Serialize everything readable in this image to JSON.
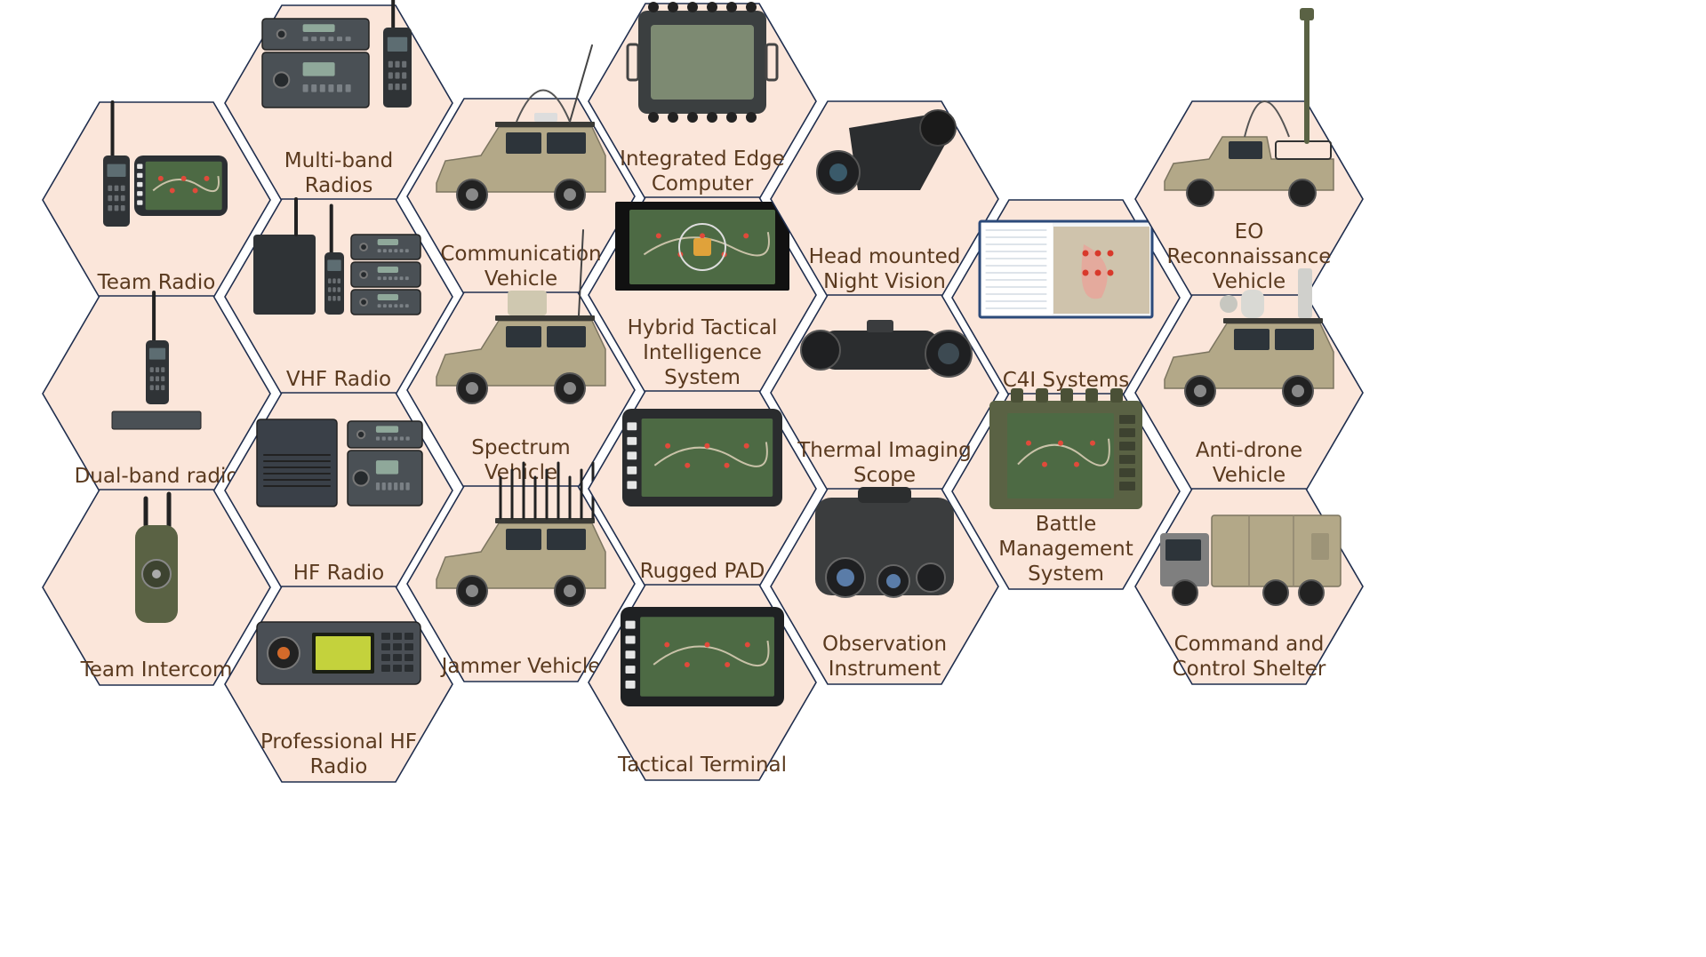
{
  "hexes": [
    {
      "id": "team-radio",
      "lines": [
        "Team Radio"
      ],
      "icon": "handheld-radio-and-tablet",
      "col": 0,
      "row": 0
    },
    {
      "id": "dual-band-radio",
      "lines": [
        "Dual-band radio"
      ],
      "icon": "handheld-radio-and-rack-unit",
      "col": 0,
      "row": 1
    },
    {
      "id": "team-intercom",
      "lines": [
        "Team Intercom"
      ],
      "icon": "rugged-intercom-handset",
      "col": 0,
      "row": 2
    },
    {
      "id": "multi-band-radios",
      "lines": [
        "Multi-band",
        "Radios"
      ],
      "icon": "radio-rack-and-handheld",
      "col": 1,
      "row": 0
    },
    {
      "id": "vhf-radio",
      "lines": [
        "VHF Radio"
      ],
      "icon": "vhf-radio-set",
      "col": 1,
      "row": 1
    },
    {
      "id": "hf-radio",
      "lines": [
        "HF Radio"
      ],
      "icon": "hf-radio-set",
      "col": 1,
      "row": 2
    },
    {
      "id": "professional-hf-radio",
      "lines": [
        "Professional HF",
        "Radio"
      ],
      "icon": "hf-transceiver-panel",
      "col": 1,
      "row": 3
    },
    {
      "id": "communication-vehicle",
      "lines": [
        "Communication",
        "Vehicle"
      ],
      "icon": "suv-with-antenna",
      "col": 2,
      "row": 0
    },
    {
      "id": "spectrum-vehicle",
      "lines": [
        "Spectrum",
        "Vehicle"
      ],
      "icon": "suv-with-radar",
      "col": 2,
      "row": 1
    },
    {
      "id": "jammer-vehicle",
      "lines": [
        "Jammer Vehicle"
      ],
      "icon": "suv-with-jammer-antennas",
      "col": 2,
      "row": 2
    },
    {
      "id": "integrated-edge-computer",
      "lines": [
        "Integrated Edge",
        "Computer"
      ],
      "icon": "edge-computer-unit",
      "col": 3,
      "row": 0
    },
    {
      "id": "hybrid-tactical-intelligence-system",
      "lines": [
        "Hybrid Tactical",
        "Intelligence",
        "System"
      ],
      "icon": "tactical-map-display",
      "col": 3,
      "row": 1
    },
    {
      "id": "rugged-pad",
      "lines": [
        "Rugged PAD"
      ],
      "icon": "rugged-tablet",
      "col": 3,
      "row": 2
    },
    {
      "id": "tactical-terminal",
      "lines": [
        "Tactical Terminal"
      ],
      "icon": "tactical-terminal-tablet",
      "col": 3,
      "row": 3
    },
    {
      "id": "head-mounted-night-vision",
      "lines": [
        "Head mounted",
        "Night Vision"
      ],
      "icon": "night-vision-monocular",
      "col": 4,
      "row": 0
    },
    {
      "id": "thermal-imaging-scope",
      "lines": [
        "Thermal Imaging",
        "Scope"
      ],
      "icon": "thermal-scope",
      "col": 4,
      "row": 1
    },
    {
      "id": "observation-instrument",
      "lines": [
        "Observation",
        "Instrument"
      ],
      "icon": "binocular-observation-device",
      "col": 4,
      "row": 2
    },
    {
      "id": "c4i-systems",
      "lines": [
        "C4I Systems"
      ],
      "icon": "c4i-map-screen",
      "col": 5,
      "row": 0
    },
    {
      "id": "battle-management-system",
      "lines": [
        "Battle",
        "Management",
        "System"
      ],
      "icon": "battle-management-console",
      "col": 5,
      "row": 1
    },
    {
      "id": "eo-reconnaissance-vehicle",
      "lines": [
        "EO",
        "Reconnaissance",
        "Vehicle"
      ],
      "icon": "pickup-with-mast",
      "col": 6,
      "row": 0
    },
    {
      "id": "anti-drone-vehicle",
      "lines": [
        "Anti-drone",
        "Vehicle"
      ],
      "icon": "suv-with-sensors",
      "col": 6,
      "row": 1
    },
    {
      "id": "command-and-control-shelter",
      "lines": [
        "Command and",
        "Control Shelter"
      ],
      "icon": "truck-with-shelter",
      "col": 6,
      "row": 2
    }
  ],
  "colors": {
    "hex_fill": "#fbe6da",
    "hex_stroke": "#1f2e4e",
    "label": "#5a3a1f",
    "device_dark": "#2f3336",
    "device_mid": "#4a5055",
    "vehicle_tan": "#b3a888",
    "vehicle_dark": "#3a3a36",
    "screen_dark": "#1e2a33",
    "screen_map": "#4d6a44",
    "olive": "#5a6244"
  }
}
